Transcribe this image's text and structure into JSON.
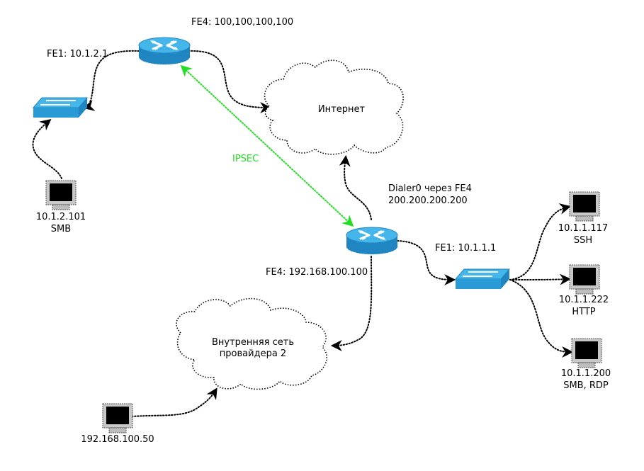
{
  "colors": {
    "device_blue": "#2a9ad6",
    "device_top": "#45b6ea",
    "ipsec_green": "#22dd22",
    "link_black": "#000000"
  },
  "router_top": {
    "icon": "router-icon",
    "label_fe4": "FE4: 100,100,100,100",
    "label_fe1": "FE1: 10.1.2.1"
  },
  "router_bottom": {
    "icon": "router-icon",
    "dialer_line1": "Dialer0 через FE4",
    "dialer_line2": "200.200.200.200",
    "label_fe4": "FE4: 192.168.100.100",
    "label_fe1": "FE1: 10.1.1.1"
  },
  "switch_left": {
    "icon": "switch-icon"
  },
  "switch_right": {
    "icon": "switch-icon"
  },
  "cloud_internet": {
    "label": "Интернет"
  },
  "cloud_provider": {
    "line1": "Внутренняя сеть",
    "line2": "провайдера 2"
  },
  "tunnel": {
    "label": "IPSEC"
  },
  "hosts": {
    "left_smb": {
      "ip": "10.1.2.101",
      "role": "SMB"
    },
    "ssh": {
      "ip": "10.1.1.117",
      "role": "SSH"
    },
    "http": {
      "ip": "10.1.1.222",
      "role": "HTTP"
    },
    "rdp": {
      "ip": "10.1.1.200",
      "role": "SMB, RDP"
    },
    "provider_pc": {
      "ip": "192.168.100.50"
    }
  }
}
